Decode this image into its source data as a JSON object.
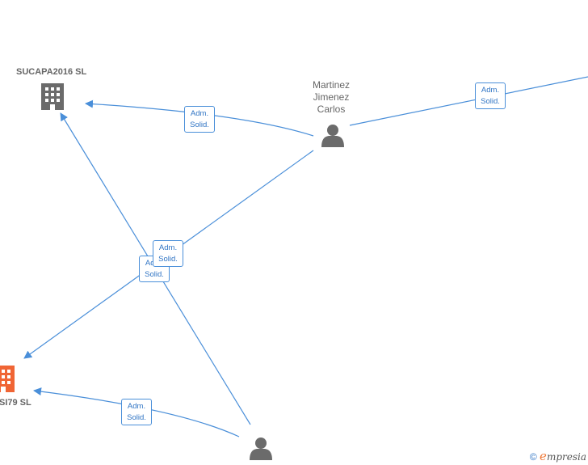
{
  "nodes": {
    "company1": {
      "name": "SUCAPA2016  SL",
      "color": "#6b6b6b"
    },
    "company2": {
      "name": "SI79  SL",
      "color": "#f06535"
    },
    "person1": {
      "name_lines": [
        "Martinez",
        "Jimenez",
        "Carlos"
      ],
      "color": "#6b6b6b"
    },
    "person2": {
      "color": "#6b6b6b"
    }
  },
  "edges": [
    {
      "id": "e1",
      "label_line1": "Adm.",
      "label_line2": "Solid."
    },
    {
      "id": "e2",
      "label_line1": "Adm.",
      "label_line2": "Solid."
    },
    {
      "id": "e3",
      "label_line1": "Adm.",
      "label_line2": "Solid."
    },
    {
      "id": "e4",
      "label_line1": "Adm.",
      "label_line2": "Solid."
    },
    {
      "id": "e5",
      "label_line1": "Adm.",
      "label_line2": "Solid."
    }
  ],
  "edge_color": "#4a8fd9",
  "footer": {
    "copyright": "©",
    "brand_initial": "e",
    "brand_rest": "mpresia"
  }
}
